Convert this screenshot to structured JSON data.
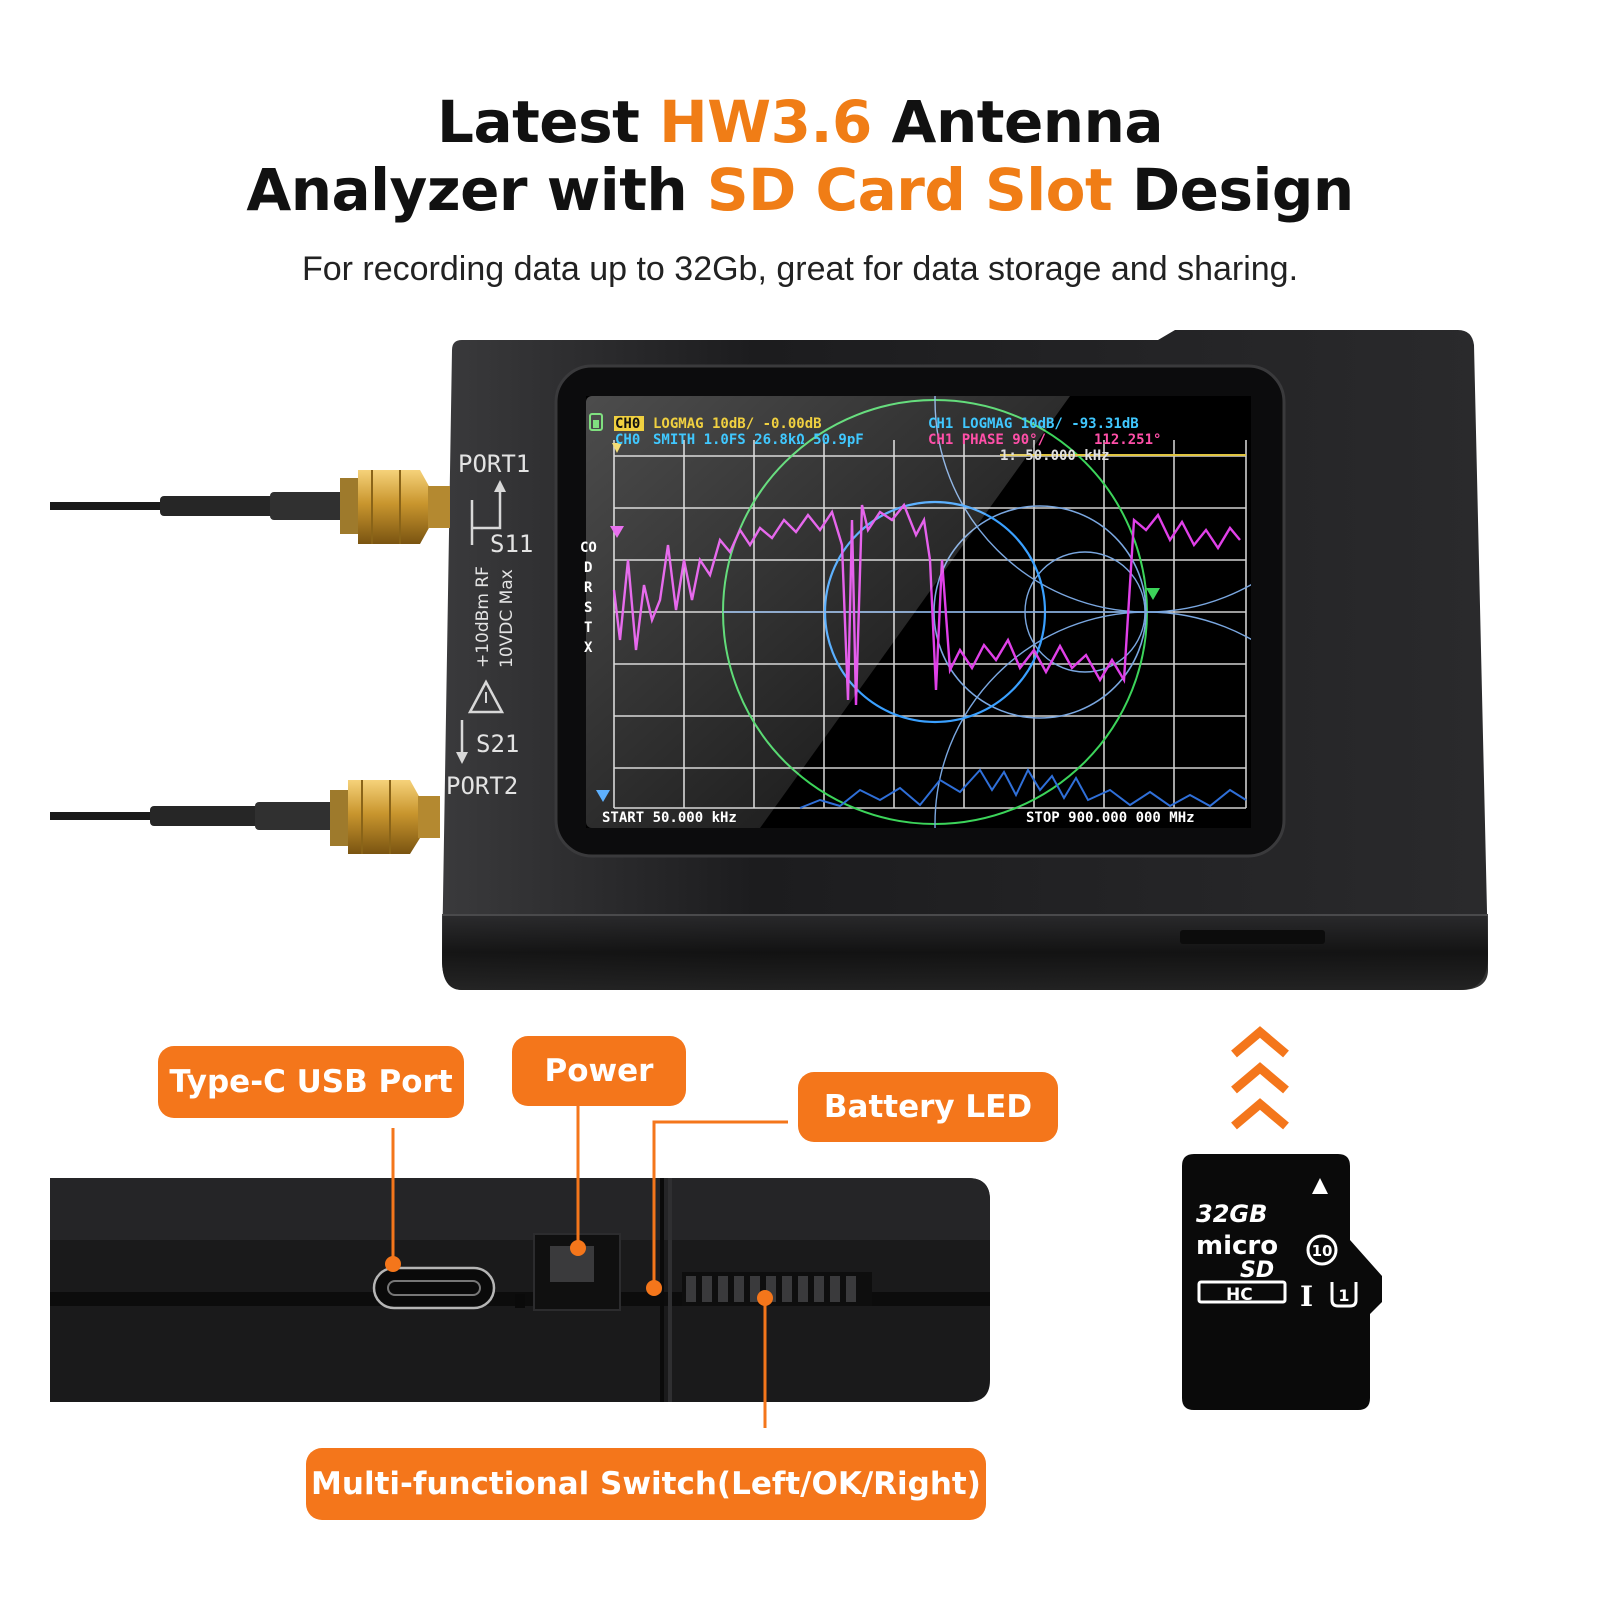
{
  "headline": {
    "line1": {
      "pre": "Latest ",
      "hl": "HW3.6",
      "post": " Antenna"
    },
    "line2": {
      "pre": "Analyzer with ",
      "hl": "SD Card Slot",
      "post": " Design"
    },
    "subtitle": "For recording data up to 32Gb, great for data storage and sharing."
  },
  "device": {
    "port1": "PORT1",
    "s11": "S11",
    "port2": "PORT2",
    "s21": "S21",
    "rating_line1": "+10dBm RF",
    "rating_line2": "10VDC Max"
  },
  "screen": {
    "ch0_tag": "CH0",
    "ch0_logmag": "LOGMAG 10dB/ -0.00dB",
    "ch0_smith": "SMITH 1.0FS  26.8kΩ 50.9pF",
    "ch1_logmag": "CH1 LOGMAG 10dB/ -93.31dB",
    "ch1_phase_label": "CH1 PHASE 90°/",
    "ch1_phase_value": "112.251°",
    "marker": "1: 50.000 kHz",
    "cal_status": [
      "CO",
      "D",
      "R",
      "S",
      "T",
      "X"
    ],
    "start": "START 50.000 kHz",
    "stop": "STOP 900.000 000 MHz"
  },
  "callouts": {
    "usb": "Type-C USB Port",
    "power": "Power",
    "battery_led": "Battery LED",
    "switch": "Multi-functional Switch(Left/OK/Right)"
  },
  "sd_card": {
    "capacity": "32GB",
    "logo_micro": "micro",
    "logo_sd": "SD",
    "logo_hc": "HC",
    "class": "10",
    "uhs": "I",
    "uhs_class": "1"
  },
  "colors": {
    "accent": "#f07d16",
    "callout_bg": "#f4761b",
    "trace_logmag": "#e040e8",
    "trace_smith": "#3aa0ff",
    "trace_ch1": "#2f6fd8",
    "smith_outer": "#3cd45a"
  }
}
